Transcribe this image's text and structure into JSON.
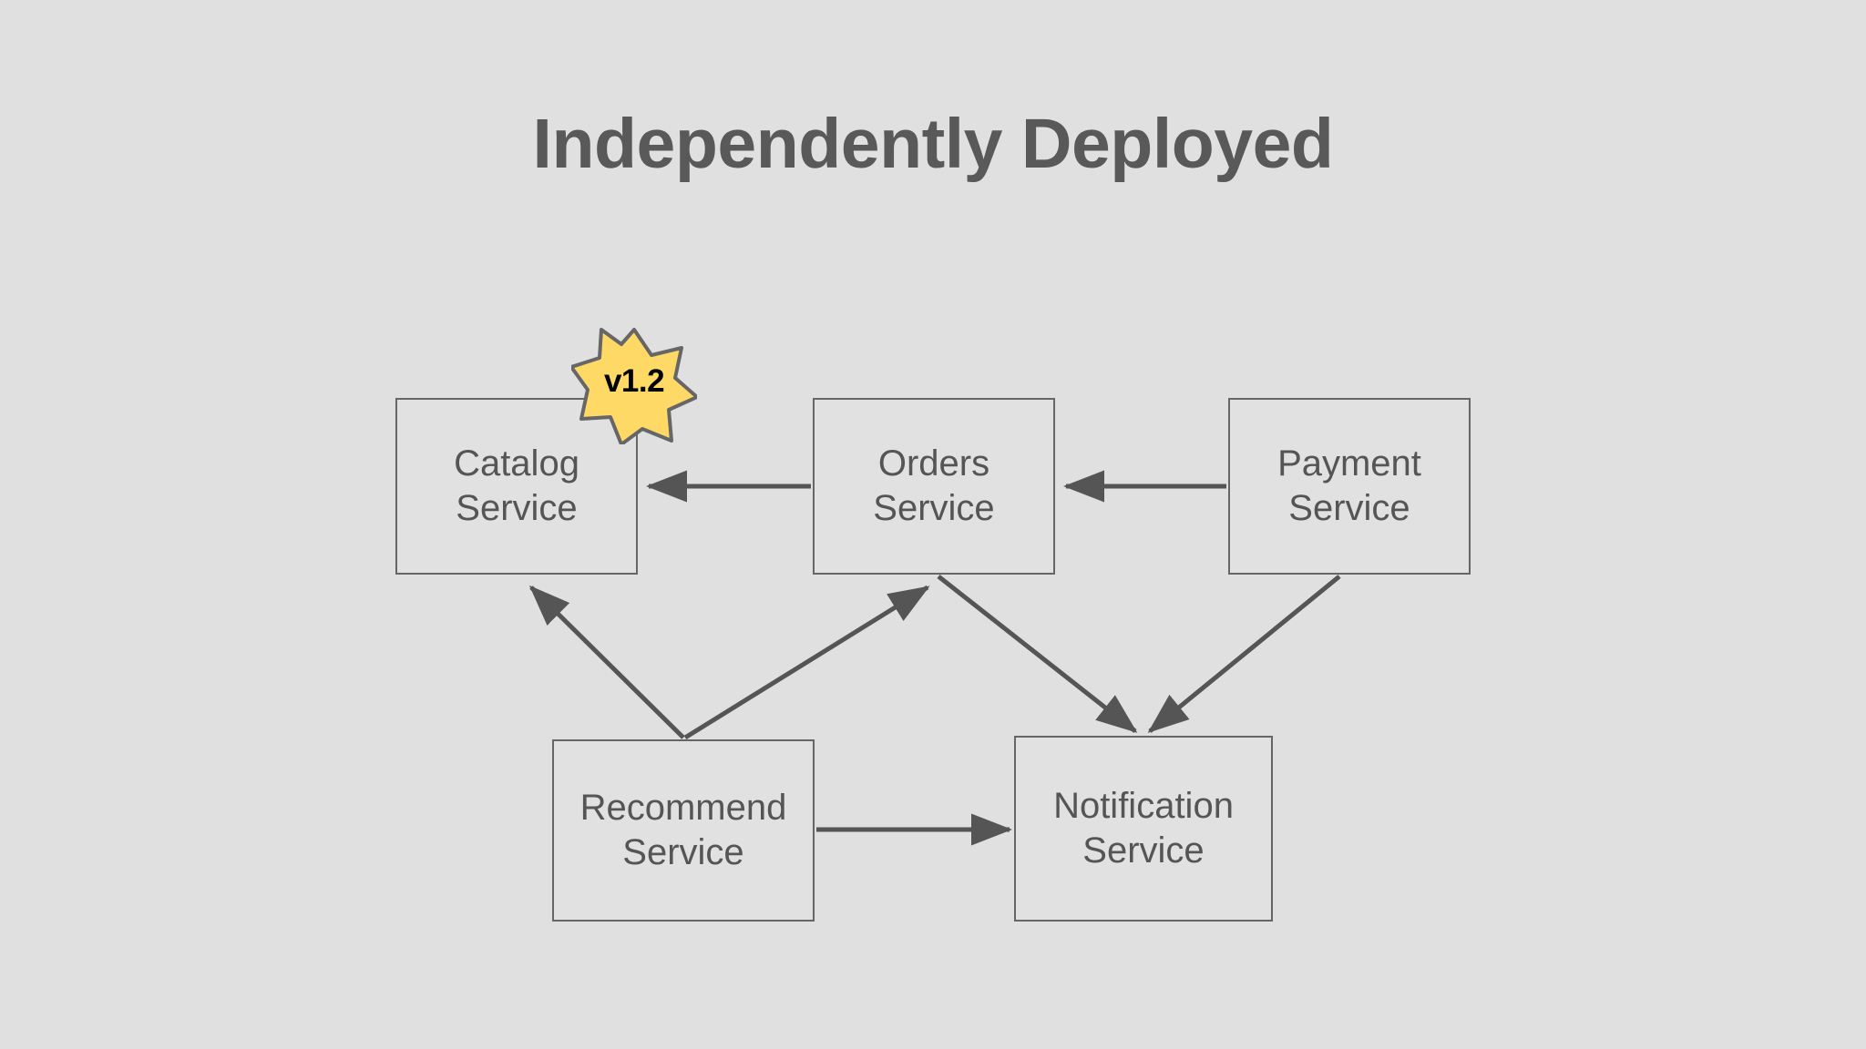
{
  "page": {
    "title": "Independently Deployed",
    "background_color": "#e1e0e1"
  },
  "theme": {
    "node_fill": "#e2e1e2",
    "node_stroke": "#666666",
    "edge_color": "#555555",
    "title_color": "#595959",
    "badge_fill": "#ffd966",
    "badge_stroke": "#666666",
    "badge_text_color": "#000000"
  },
  "diagram": {
    "type": "service-dependency-graph",
    "nodes": [
      {
        "id": "catalog",
        "label": "Catalog\nService"
      },
      {
        "id": "orders",
        "label": "Orders\nService"
      },
      {
        "id": "payment",
        "label": "Payment\nService"
      },
      {
        "id": "recommend",
        "label": "Recommend\nService"
      },
      {
        "id": "notification",
        "label": "Notification\nService"
      }
    ],
    "badges": [
      {
        "id": "catalog-version",
        "attached_to": "catalog",
        "shape": "7-point-star",
        "text": "v1.2"
      }
    ],
    "edges": [
      {
        "from": "orders",
        "to": "catalog",
        "direction": "left",
        "style": "solid"
      },
      {
        "from": "payment",
        "to": "orders",
        "direction": "left",
        "style": "solid"
      },
      {
        "from": "recommend",
        "to": "catalog",
        "direction": "up-left",
        "style": "solid"
      },
      {
        "from": "recommend",
        "to": "orders",
        "direction": "up-right",
        "style": "solid"
      },
      {
        "from": "orders",
        "to": "notification",
        "direction": "down-right",
        "style": "solid"
      },
      {
        "from": "payment",
        "to": "notification",
        "direction": "down-left",
        "style": "solid"
      },
      {
        "from": "recommend",
        "to": "notification",
        "direction": "right",
        "style": "solid"
      }
    ]
  }
}
